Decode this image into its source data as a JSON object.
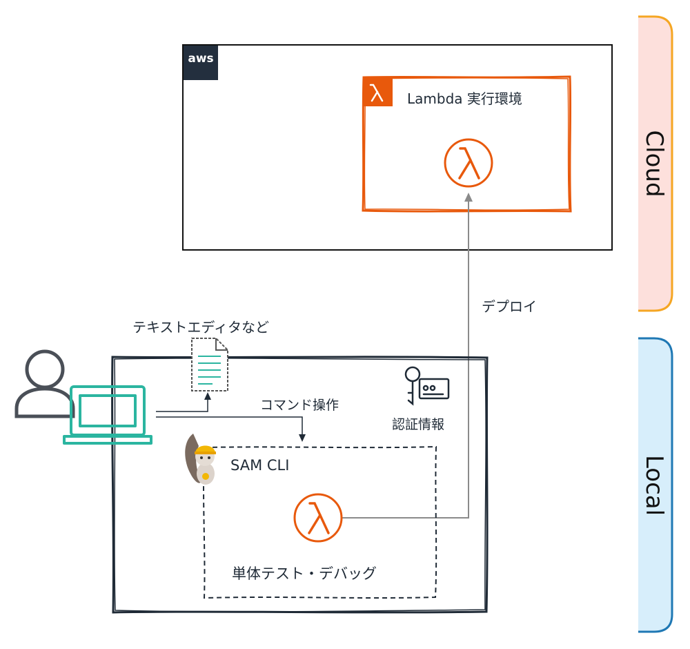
{
  "sections": {
    "cloud_label": "Cloud",
    "local_label": "Local"
  },
  "aws": {
    "logo_text": "aws",
    "lambda_env_title": "Lambda 実行環境"
  },
  "local": {
    "text_editor_label": "テキストエディタなど",
    "command_label": "コマンド操作",
    "credentials_label": "認証情報",
    "sam_cli_label": "SAM CLI",
    "unit_test_label": "単体テスト・デバッグ"
  },
  "deploy_label": "デプロイ",
  "colors": {
    "cloud_fill": "#fde0dc",
    "cloud_border": "#f5a623",
    "local_fill": "#d7eefb",
    "local_border": "#1f78b4",
    "lambda_orange": "#e8590c",
    "dark_frame": "#1f2a36",
    "laptop_teal": "#2bb5a0",
    "user_gray": "#4a4f57",
    "arrow_gray": "#8a8a8a"
  }
}
